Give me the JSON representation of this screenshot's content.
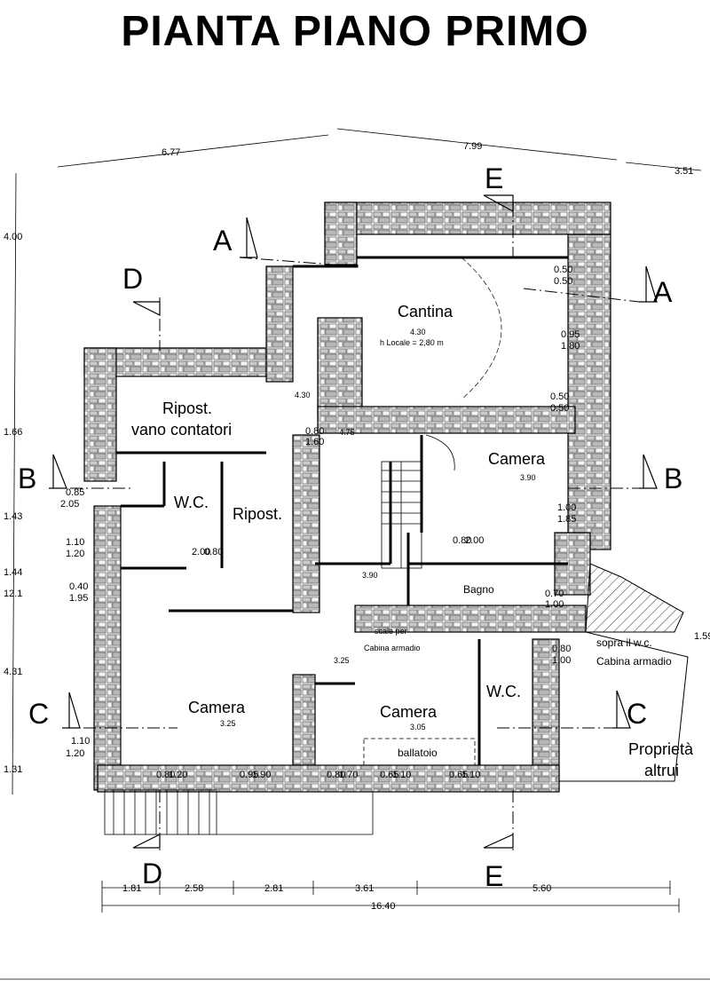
{
  "title": "PIANTA PIANO PRIMO",
  "rooms": {
    "cantina": "Cantina",
    "cantina_level": "4.30",
    "cantina_h": "h Locale = 2,80 m",
    "ripost1_a": "Ripost.",
    "ripost1_b": "vano contatori",
    "wc1": "W.C.",
    "ripost2": "Ripost.",
    "camera_ne": "Camera",
    "camera_ne_level": "3.90",
    "bagno": "Bagno",
    "camera_sw": "Camera",
    "camera_sw_level": "3.25",
    "camera_s": "Camera",
    "camera_s_level": "3.05",
    "wc2": "W.C.",
    "ballatoio": "ballatoio",
    "scale_a": "scale per",
    "scale_b": "Cabina armadio",
    "sopra_a": "sopra il w.c.",
    "sopra_b": "Cabina armadio",
    "proprieta_a": "Proprietà",
    "proprieta_b": "altrui"
  },
  "levels": {
    "l430b": "4.30",
    "l475": "4.75",
    "l390b": "3.90",
    "l325b": "3.25"
  },
  "sections": {
    "a": "A",
    "b": "B",
    "c": "C",
    "d": "D",
    "e": "E"
  },
  "top_dims": {
    "d1": "6.77",
    "d2": "7.99",
    "d3": "3.51"
  },
  "left_dims": {
    "d1": "4.00",
    "d2": "1.66",
    "d3": "1.43",
    "d4": "1.44",
    "d5": "4.31",
    "d6": "1.31",
    "d7": "12.1",
    "d8": "1.59"
  },
  "bottom_dims": {
    "d1": "1.81",
    "d2": "2.58",
    "d3": "2.81",
    "d4": "3.61",
    "d5": "5.60",
    "total": "16.40"
  },
  "openings": {
    "o1a": "0.50",
    "o1b": "0.50",
    "o2a": "0.95",
    "o2b": "1.80",
    "o3a": "0.50",
    "o3b": "0.50",
    "o4a": "0.80",
    "o4b": "1.60",
    "o5a": "0.85",
    "o5b": "2.05",
    "o6a": "1.10",
    "o6b": "1.20",
    "o7a": "0.40",
    "o7b": "1.95",
    "o8a": "2.00",
    "o8b": "0.80",
    "o9a": "1.00",
    "o9b": "1.85",
    "o10a": "0.80",
    "o10b": "2.00",
    "o11a": "0.70",
    "o11b": "1.00",
    "o12a": "0.80",
    "o12b": "1.00",
    "o13a": "1.10",
    "o13b": "1.20",
    "b1a": "0.80",
    "b1b": "1.20",
    "b2a": "0.95",
    "b2b": "1.90",
    "b3a": "0.80",
    "b3b": "1.70",
    "b4a": "0.65",
    "b4b": "1.10",
    "b5a": "0.65",
    "b5b": "1.10"
  }
}
